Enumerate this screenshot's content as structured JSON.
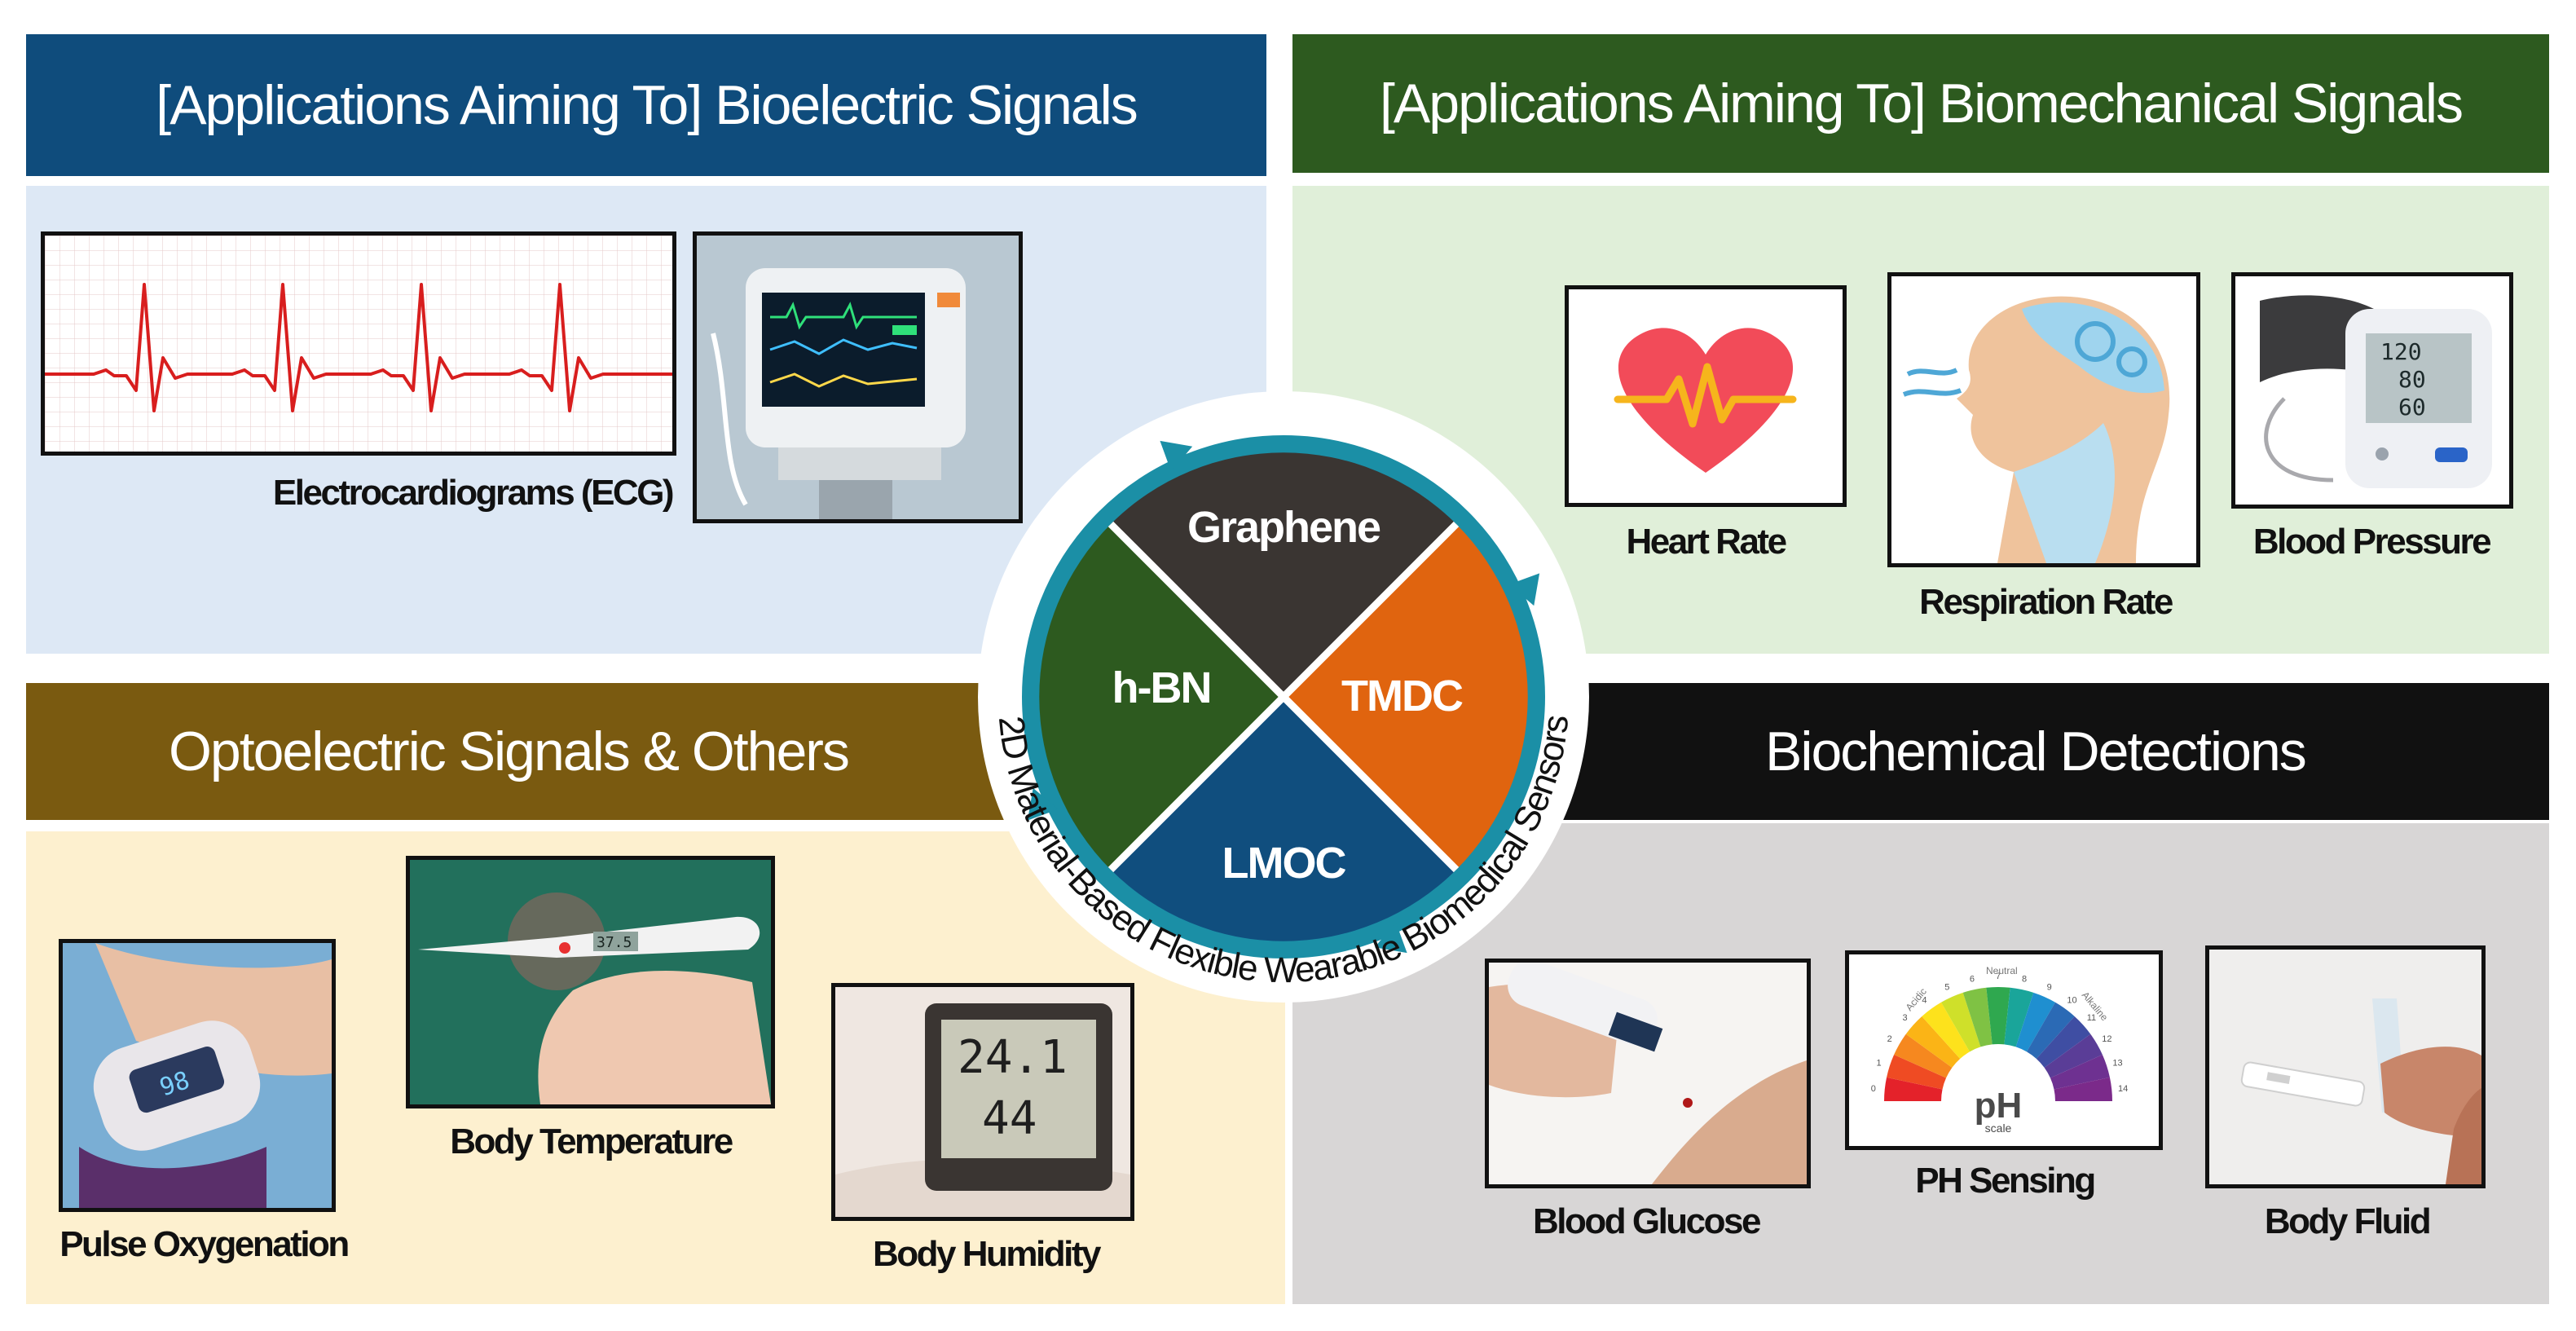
{
  "headers": {
    "bioelectric": "[Applications Aiming To] Bioelectric Signals",
    "biomechanical": "[Applications Aiming To] Biomechanical Signals",
    "optoelectric": "Optoelectric Signals & Others",
    "biochemical": "Biochemical Detections"
  },
  "center": {
    "ring_label": "2D Material-Based Flexible Wearable Biomedical Sensors",
    "materials": [
      "Graphene",
      "TMDC",
      "LMOC",
      "h-BN"
    ]
  },
  "captions": {
    "ecg": "Electrocardiograms (ECG)",
    "heart_rate": "Heart Rate",
    "respiration_rate": "Respiration Rate",
    "blood_pressure": "Blood Pressure",
    "pulse_oxygenation": "Pulse Oxygenation",
    "body_temperature": "Body Temperature",
    "body_humidity": "Body Humidity",
    "blood_glucose": "Blood Glucose",
    "ph_sensing": "PH Sensing",
    "body_fluid": "Body Fluid"
  },
  "illustration_text": {
    "bp_readings": [
      "120",
      "80",
      "60"
    ],
    "thermometer_reading": "37.5",
    "hygrometer_readings": [
      "24.1",
      "44"
    ],
    "oximeter_reading": "98",
    "ph_symbol": "pH",
    "ph_scale_word": "scale",
    "ph_regions": [
      "Acidic",
      "Neutral",
      "Alkaline"
    ],
    "ph_numbers": [
      "0",
      "1",
      "2",
      "3",
      "4",
      "5",
      "6",
      "7",
      "8",
      "9",
      "10",
      "11",
      "12",
      "13",
      "14"
    ]
  },
  "colors": {
    "bioelectric_header": "#0f4c7c",
    "biomechanical_header": "#2d5a1f",
    "optoelectric_header": "#7a5a10",
    "biochemical_header": "#111111",
    "bioelectric_bg": "#dde8f5",
    "biomechanical_bg": "#e0efd9",
    "optoelectric_bg": "#fdf0cf",
    "biochemical_bg": "#d8d6d6",
    "graphene": "#3a3532",
    "tmdc": "#e0640f",
    "lmoc": "#104e7e",
    "hbn": "#2d5a1f",
    "ring": "#1b8fa6"
  }
}
